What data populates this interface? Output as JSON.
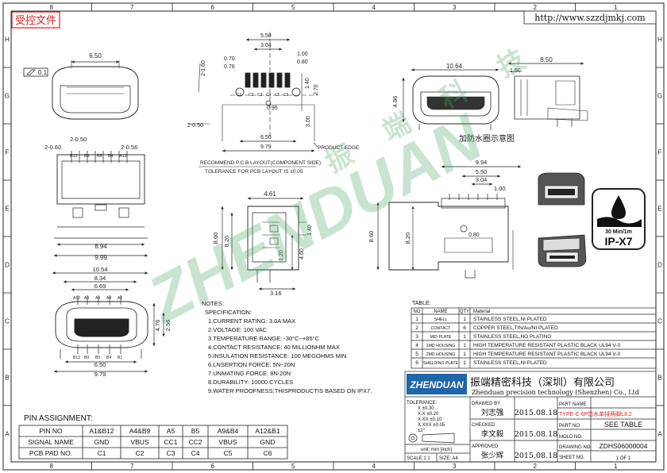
{
  "stamp": "受控文件",
  "url": "http://www.szzdjmkj.com",
  "border": {
    "cols": [
      "1",
      "2",
      "3",
      "4",
      "5",
      "6",
      "7",
      "8"
    ],
    "rows": [
      "H",
      "G",
      "F",
      "E",
      "D",
      "C",
      "B",
      "A"
    ]
  },
  "watermark": "ZHENDUAN",
  "watermark_cn": [
    "振",
    "端",
    "科",
    "技"
  ],
  "front_view": {
    "top_dim": "6.50",
    "flat": "0.1",
    "dims": [
      "2-0.50",
      "2-0.60",
      "2-0.56"
    ],
    "pins": [
      "B12",
      "B9",
      "B5",
      "B4",
      "A12"
    ],
    "bottom_dims": [
      "8.94",
      "9.99"
    ]
  },
  "pad_layout": {
    "dims": [
      "5.50",
      "3.04",
      "0.70",
      "0.76",
      "1.00",
      "0.80",
      "2-1.60",
      "2.70",
      "1.40",
      "0.95",
      "2-0.50",
      "3.00",
      "6.50",
      "9.79"
    ],
    "pins": [
      "C1",
      "C2",
      "C3",
      "C4",
      "C5",
      "C6"
    ],
    "product_edge": "PRODUCT EDGE",
    "notes": [
      "RECOMMEND P.C.B LAYOUT(COMPONENT SIDE)",
      "TOLERANCE FOR PCB LAYOUT IS ±0.05"
    ]
  },
  "iso_view": {
    "dims": [
      "10.64",
      "8.50",
      "4.86",
      "1.50"
    ],
    "caption": "加防水圈示意图"
  },
  "side_view": {
    "dims": [
      "4.61",
      "8.60",
      "8.20",
      "1.20",
      "1.40",
      "4.60",
      "3.16"
    ]
  },
  "right_view": {
    "dims": [
      "9.94",
      "5.50",
      "3.04",
      "1.00",
      "0.80",
      "8.60",
      "8.20"
    ]
  },
  "badge": {
    "top": "30 Min/1m",
    "main": "IP-X7"
  },
  "plan_view": {
    "dims": [
      "10.54",
      "8.34",
      "6.69",
      "4.76",
      "2.56",
      "6.50",
      "9.79"
    ],
    "pins_top": [
      "A12",
      "A9",
      "A5",
      "A4",
      "A1"
    ],
    "pins_bottom": [
      "B12",
      "B9",
      "B5",
      "B4",
      "B1"
    ]
  },
  "notes": {
    "title": "NOTES:",
    "lines": [
      "SPECIFICATION:",
      "1.CURRENT RATING: 3.0A MAX",
      "2.VOLTAGE: 100 VAC",
      "3.TEMPERATURE RANGE: -30°C~+85°C",
      "4.CONTACT RESISTANCE: 40 MILLIONHM MAX",
      "5.INSULATION RESISTANCE: 100 MEGOHMS MIN",
      "6.LNSERTION FORCE: 5N~20N",
      "7.UNMATING FORCE: 8N-20N",
      "8.DURABILITY: 10000 CYCLES",
      "9.WATER PROOFNESS:THISPRODUCTIS BASED ON IPX7."
    ]
  },
  "bom": {
    "title": "TABLE:",
    "header": [
      "NO",
      "NAME",
      "QTY",
      "Material"
    ],
    "rows": [
      [
        "1",
        "SHELL",
        "1",
        "STAINLESS STEEL,NI PLATED"
      ],
      [
        "2",
        "CONTACT",
        "6",
        "COPPER STEEL,TIN/Au/NI PLATED"
      ],
      [
        "3",
        "MID PLATE",
        "1",
        "STAINLESS STEEL,NO PLATING"
      ],
      [
        "4",
        "1MD HOUSING",
        "1",
        "HIGH TEMPERATURE RESISTANT PLASTIC BLACK UL94 V-0"
      ],
      [
        "5",
        "2MD HOUSING",
        "1",
        "HIGH TEMPERATURE RESISTANT PLASTIC BLACK UL94 V-0"
      ],
      [
        "6",
        "SHELDING PLATE",
        "1",
        "STAINLESS STEEL,NI PLATED"
      ]
    ]
  },
  "company": {
    "logo": "ZHENDUAN",
    "cn": "振端精密科技（深圳）有限公司",
    "en": "Zhenduan precision technology (Shenzhen) Co., Ltd"
  },
  "title_block": {
    "tolerance_label": "TOLERANCE:",
    "tolerances": [
      "X ±0.30",
      "X.X ±0.20",
      "X.XX ±0.10",
      "X.XXX ±0.05",
      "±2°"
    ],
    "unit_label": "unit: mm [inch]",
    "scale": "SCALE:1:1",
    "size": "SIZE: A4",
    "drawn_label": "DRAWED BY",
    "drawn_by": "刘志强",
    "drawn_date": "2015.08.18",
    "checked_label": "CHECKED",
    "checked_by": "李文毅",
    "checked_date": "2015.08.18",
    "approved_label": "APPROVED",
    "approved_by": "张少辉",
    "approved_date": "2015.08.18",
    "part_name_label": "PART NAME",
    "part_name": "TYPE-C 6P防水单排两脚L8.2",
    "part_no_label": "PART NO.",
    "part_no": "SEE TABLE",
    "mold_label": "MOLD NO.",
    "mold_no": "",
    "drawing_label": "DRAWING NO.",
    "drawing_no": "ZDHS06000004",
    "sheet_label": "SHEET NO.",
    "sheet_no": "1 OF 1"
  },
  "pin_assignment": {
    "title": "PIN ASSIGNMENT:",
    "header": [
      "PIN NO",
      "A1&B12",
      "A4&B9",
      "A5",
      "B5",
      "A9&B4",
      "A12&B1"
    ],
    "signal_label": "SIGNAL NAME",
    "signals": [
      "GND",
      "VBUS",
      "CC1",
      "CC2",
      "VBUS",
      "GND"
    ],
    "pad_label": "PCB PAD NO.",
    "pads": [
      "C1",
      "C2",
      "C3",
      "C4",
      "C5",
      "C6"
    ]
  }
}
